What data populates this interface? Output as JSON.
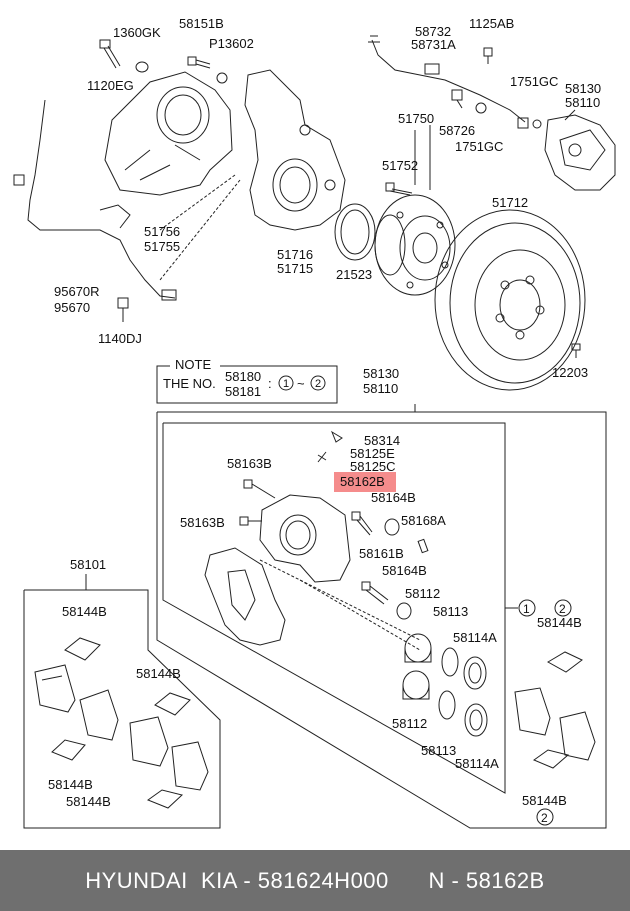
{
  "labels": {
    "l_1360GK": "1360GK",
    "l_58151B": "58151B",
    "l_P13602": "P13602",
    "l_1120EG": "1120EG",
    "l_58732": "58732",
    "l_58731A": "58731A",
    "l_1125AB": "1125AB",
    "l_1751GC_a": "1751GC",
    "l_58130_top": "58130",
    "l_58110_top": "58110",
    "l_58726": "58726",
    "l_1751GC_b": "1751GC",
    "l_51750": "51750",
    "l_51752": "51752",
    "l_51756": "51756",
    "l_51755": "51755",
    "l_51716": "51716",
    "l_51715": "51715",
    "l_21523": "21523",
    "l_51712": "51712",
    "l_95670R": "95670R",
    "l_95670": "95670",
    "l_1140DJ": "1140DJ",
    "l_12203": "12203",
    "l_58130_mid": "58130",
    "l_58110_mid": "58110",
    "l_58314": "58314",
    "l_58125E": "58125E",
    "l_58125C": "58125C",
    "l_58163B_a": "58163B",
    "l_58162B": "58162B",
    "l_58164B_a": "58164B",
    "l_58163B_b": "58163B",
    "l_58168A": "58168A",
    "l_58161B": "58161B",
    "l_58164B_b": "58164B",
    "l_58112_a": "58112",
    "l_58113_a": "58113",
    "l_58114A_a": "58114A",
    "l_58112_b": "58112",
    "l_58113_b": "58113",
    "l_58114A_b": "58114A",
    "l_58101": "58101",
    "l_58144B_a": "58144B",
    "l_58144B_b": "58144B",
    "l_58144B_c": "58144B",
    "l_58144B_d": "58144B",
    "l_58144B_e": "58144B",
    "l_58144B_f": "58144B",
    "circ_1": "1",
    "circ_2_top": "2",
    "circ_2_bot": "2"
  },
  "note": {
    "title": "NOTE",
    "line1_prefix": "THE NO.",
    "part_a": "58180",
    "part_b": "58181",
    "colon": ":",
    "circ_a": "1",
    "tilde": "~",
    "circ_b": "2"
  },
  "highlight_color": "#f47f7f",
  "footer": {
    "text": "HYUNDAI  KIA - 581624H000      N - 58162B"
  }
}
